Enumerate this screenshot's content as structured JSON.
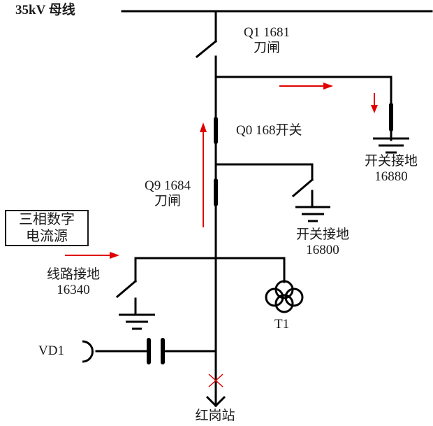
{
  "diagram": {
    "bus": {
      "label": "35kV 母线"
    },
    "q1": {
      "line1": "Q1 1681",
      "line2": "刀闸"
    },
    "q0": {
      "label": "Q0 168开关"
    },
    "q9": {
      "line1": "Q9 1684",
      "line2": "刀闸"
    },
    "ground_16880": {
      "line1": "开关接地",
      "line2": "16880"
    },
    "ground_16800": {
      "line1": "开关接地",
      "line2": "16800"
    },
    "ground_16340": {
      "line1": "线路接地",
      "line2": "16340"
    },
    "source": {
      "line1": "三相数字",
      "line2": "电流源"
    },
    "transformer": {
      "label": "T1"
    },
    "vd": {
      "label": "VD1"
    },
    "station": {
      "label": "红岗站"
    },
    "colors": {
      "line": "#000000",
      "arrow": "#e00000",
      "fault_mark": "#e00000"
    }
  }
}
